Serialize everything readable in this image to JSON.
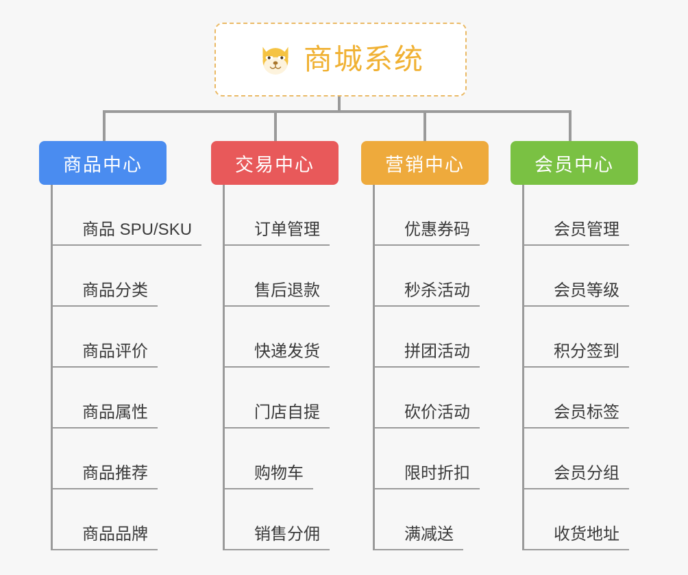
{
  "root": {
    "icon": "dog-face-emoji",
    "title": "商城系统",
    "border_color": "#eab964",
    "title_color": "#f0b133",
    "background": "#ffffff"
  },
  "canvas": {
    "background": "#f7f7f7",
    "connector_color": "#9a9a9a"
  },
  "columns": [
    {
      "header": "商品中心",
      "color": "#4a8cf0",
      "items": [
        "商品 SPU/SKU",
        "商品分类",
        "商品评价",
        "商品属性",
        "商品推荐",
        "商品品牌"
      ]
    },
    {
      "header": "交易中心",
      "color": "#e8595a",
      "items": [
        "订单管理",
        "售后退款",
        "快递发货",
        "门店自提",
        "购物车",
        "销售分佣"
      ]
    },
    {
      "header": "营销中心",
      "color": "#eeaa3c",
      "items": [
        "优惠券码",
        "秒杀活动",
        "拼团活动",
        "砍价活动",
        "限时折扣",
        "满减送"
      ]
    },
    {
      "header": "会员中心",
      "color": "#7ac143",
      "items": [
        "会员管理",
        "会员等级",
        "积分签到",
        "会员标签",
        "会员分组",
        "收货地址"
      ]
    }
  ]
}
